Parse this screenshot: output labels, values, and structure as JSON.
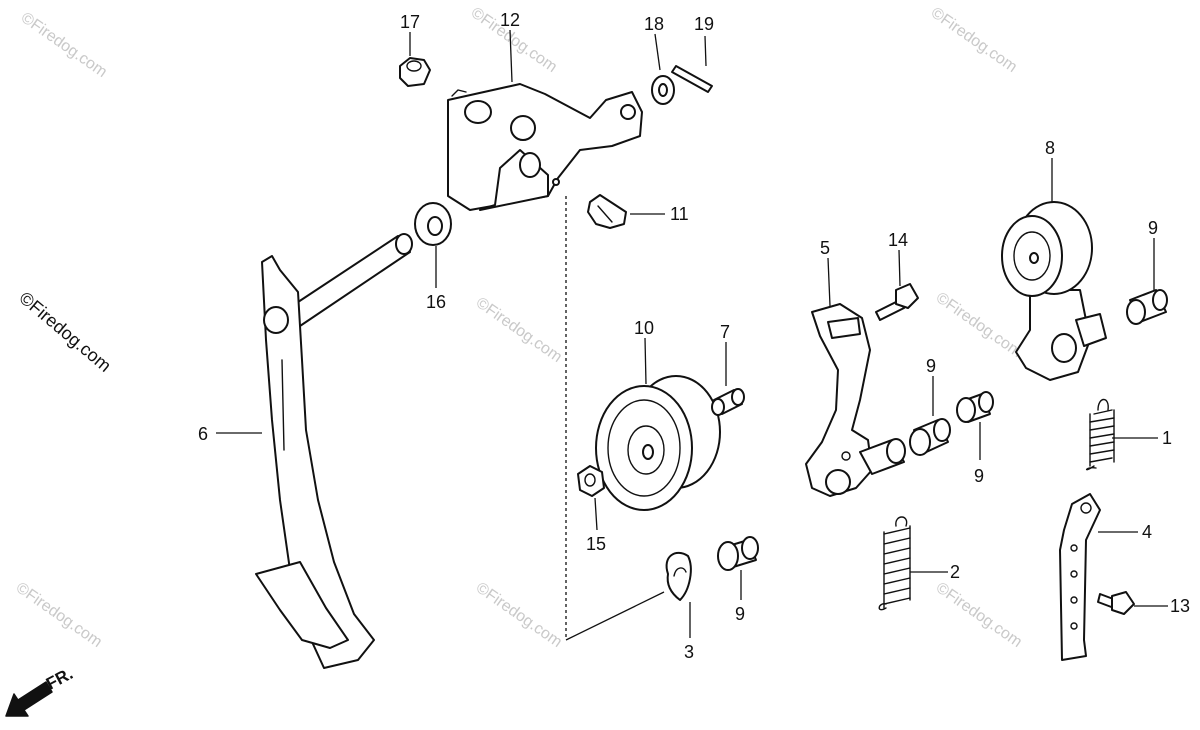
{
  "diagram": {
    "callouts": [
      "1",
      "2",
      "3",
      "4",
      "5",
      "6",
      "7",
      "8",
      "9",
      "9",
      "9",
      "9",
      "10",
      "11",
      "12",
      "13",
      "14",
      "15",
      "16",
      "17",
      "18",
      "19"
    ],
    "watermark": "©Firedog.com",
    "direction_label": "FR."
  }
}
